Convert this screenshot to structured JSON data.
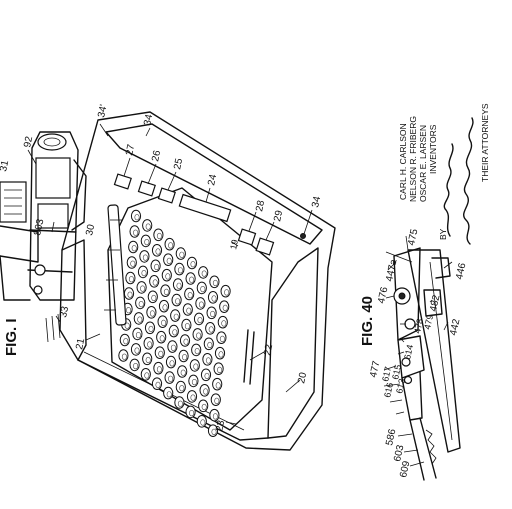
{
  "figures": {
    "fig1_label": "FIG. I",
    "fig40_label": "FIG. 40"
  },
  "ref_numerals_fig1": [
    {
      "id": "r34a",
      "text": "34'"
    },
    {
      "id": "r34b",
      "text": "34"
    },
    {
      "id": "r27",
      "text": "27"
    },
    {
      "id": "r26",
      "text": "26"
    },
    {
      "id": "r25",
      "text": "25"
    },
    {
      "id": "r24",
      "text": "24"
    },
    {
      "id": "r28",
      "text": "28"
    },
    {
      "id": "r29",
      "text": "29"
    },
    {
      "id": "r34c",
      "text": "34"
    },
    {
      "id": "r19",
      "text": "19"
    },
    {
      "id": "r21",
      "text": "21"
    },
    {
      "id": "r22",
      "text": "22"
    },
    {
      "id": "r20",
      "text": "20"
    },
    {
      "id": "r23",
      "text": "23"
    },
    {
      "id": "r33",
      "text": "33"
    },
    {
      "id": "r30",
      "text": "30"
    },
    {
      "id": "r803",
      "text": "803"
    },
    {
      "id": "r92",
      "text": "92"
    },
    {
      "id": "r31",
      "text": "31"
    }
  ],
  "ref_numerals_fig40": [
    {
      "id": "r475",
      "text": "475"
    },
    {
      "id": "r447a",
      "text": "447a"
    },
    {
      "id": "r446",
      "text": "446"
    },
    {
      "id": "r476",
      "text": "476"
    },
    {
      "id": "r482",
      "text": "482"
    },
    {
      "id": "r442",
      "text": "442"
    },
    {
      "id": "r479",
      "text": "479"
    },
    {
      "id": "r478",
      "text": "478"
    },
    {
      "id": "r614",
      "text": "614"
    },
    {
      "id": "r477",
      "text": "477"
    },
    {
      "id": "r617",
      "text": "617"
    },
    {
      "id": "r615",
      "text": "615"
    },
    {
      "id": "r616",
      "text": "616"
    },
    {
      "id": "r613",
      "text": "613"
    },
    {
      "id": "r586",
      "text": "586"
    },
    {
      "id": "r603",
      "text": "603"
    },
    {
      "id": "r609",
      "text": "609"
    }
  ],
  "inventors": {
    "name1": "CARL H. CARLSON",
    "name2": "NELSON R. FRIBERG",
    "name3": "OSCAR E. LARSEN",
    "role": "INVENTORS",
    "by": "BY",
    "attorneys": "THEIR ATTORNEYS"
  }
}
